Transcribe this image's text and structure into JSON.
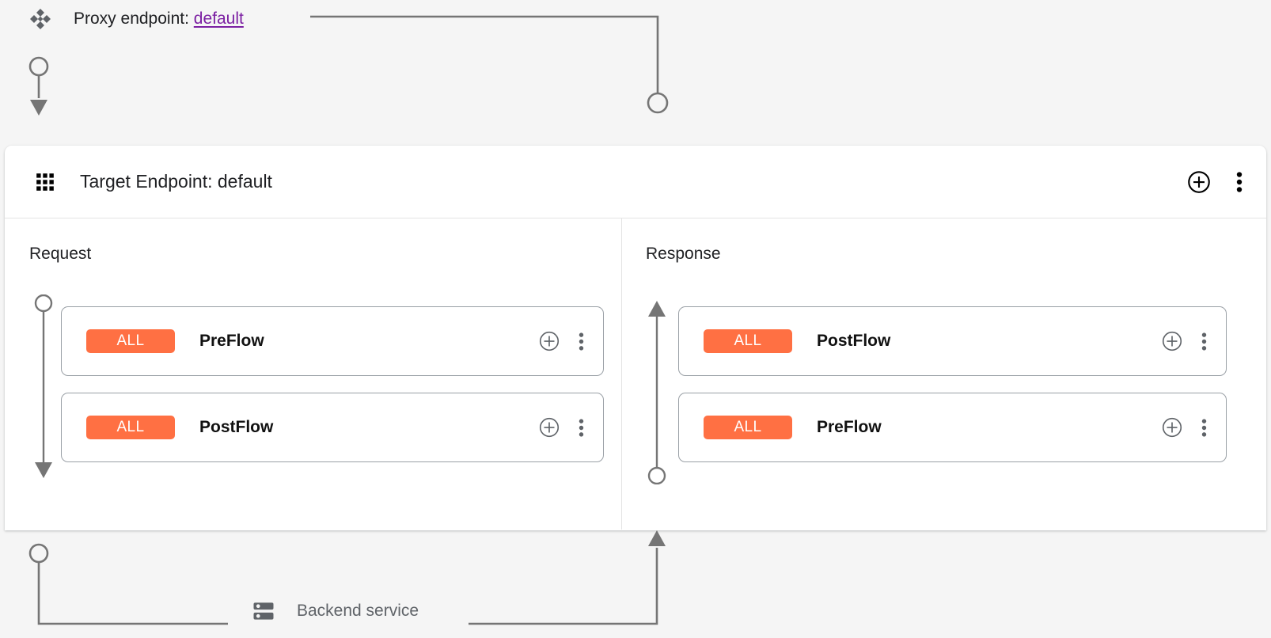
{
  "page": {
    "background_color": "#f5f5f5",
    "accent_color": "#ff7043",
    "link_color": "#7b1fa2",
    "connector_color": "#757575"
  },
  "proxy_endpoint": {
    "icon": "proxy-diamond-cluster-icon",
    "label_prefix": "Proxy endpoint:",
    "value": "default",
    "full_label": "Proxy endpoint: default"
  },
  "target_endpoint_panel": {
    "icon": "grid-dots-icon",
    "title": "Target Endpoint: default",
    "actions": {
      "add_label": "add-circle-icon",
      "menu_label": "more-vert-icon"
    },
    "columns": [
      {
        "id": "request",
        "title": "Request",
        "direction": "down",
        "cards": [
          {
            "badge": "ALL",
            "name": "PreFlow",
            "add_icon": "add-circle-icon",
            "menu_icon": "more-vert-icon"
          },
          {
            "badge": "ALL",
            "name": "PostFlow",
            "add_icon": "add-circle-icon",
            "menu_icon": "more-vert-icon"
          }
        ]
      },
      {
        "id": "response",
        "title": "Response",
        "direction": "up",
        "cards": [
          {
            "badge": "ALL",
            "name": "PostFlow",
            "add_icon": "add-circle-icon",
            "menu_icon": "more-vert-icon"
          },
          {
            "badge": "ALL",
            "name": "PreFlow",
            "add_icon": "add-circle-icon",
            "menu_icon": "more-vert-icon"
          }
        ]
      }
    ]
  },
  "backend_service": {
    "icon": "server-rack-icon",
    "label": "Backend service"
  }
}
